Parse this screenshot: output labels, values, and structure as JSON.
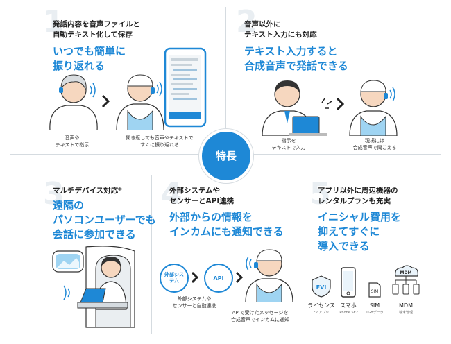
{
  "center_label": "特長",
  "features": [
    {
      "number": "1",
      "heading": [
        "発話内容を音声ファイルと",
        "自動テキスト化して保存"
      ],
      "lead": [
        "いつでも簡単に",
        "振り返れる"
      ],
      "captions": [
        [
          "音声や",
          "テキストで指示"
        ],
        [
          "聞き返しても音声やテキストで",
          "すぐに振り返れる"
        ]
      ]
    },
    {
      "number": "2",
      "heading": [
        "音声以外に",
        "テキスト入力にも対応"
      ],
      "lead": [
        "テキスト入力すると",
        "合成音声で発話できる"
      ],
      "captions": [
        [
          "指示を",
          "テキストで入力"
        ],
        [
          "現場には",
          "合成音声で聞こえる"
        ]
      ]
    },
    {
      "number": "3",
      "heading": [
        "マルチデバイス対応*"
      ],
      "lead": [
        "遠隔の",
        "パソコンユーザーでも",
        "会話に参加できる"
      ],
      "captions": []
    },
    {
      "number": "4",
      "heading": [
        "外部システムや",
        "センサーとAPI連携"
      ],
      "lead": [
        "外部からの情報を",
        "インカムにも通知できる"
      ],
      "pills": [
        "外部システム",
        "API"
      ],
      "captions": [
        [
          "外部システムや",
          "センサーと自動連携"
        ],
        [
          "APIで受けたメッセージを",
          "合成音声でインカムに通知"
        ]
      ]
    },
    {
      "number": "5",
      "heading": [
        "アプリ以外に周辺機器の",
        "レンタルプランも充実"
      ],
      "lead": [
        "イニシャル費用を",
        "抑えてすぐに",
        "導入できる"
      ],
      "devices": [
        {
          "label": "ライセンス",
          "sub": "FVIアプリ",
          "icon_text": "FVI"
        },
        {
          "label": "スマホ",
          "sub": "iPhone SE2",
          "icon_text": ""
        },
        {
          "label": "SIM",
          "sub": "1GBデータ",
          "icon_text": "SIM"
        },
        {
          "label": "MDM",
          "sub": "端末管理",
          "icon_text": "MDM"
        }
      ]
    }
  ],
  "colors": {
    "accent": "#1e88d6",
    "skin": "#f6d7bf",
    "apron": "#9fd4f2",
    "dark": "#333333"
  }
}
